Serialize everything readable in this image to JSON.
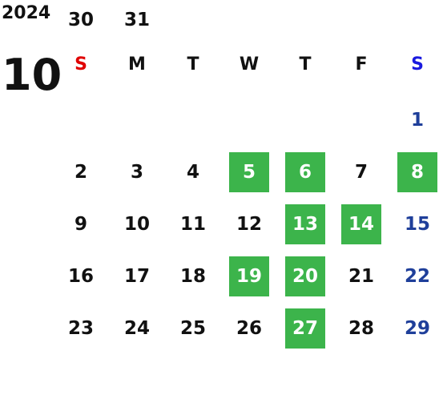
{
  "calendar": {
    "year": "2024",
    "month": "10",
    "weekdays": [
      {
        "label": "S",
        "color": "#e00000"
      },
      {
        "label": "M",
        "color": "#111111"
      },
      {
        "label": "T",
        "color": "#111111"
      },
      {
        "label": "W",
        "color": "#111111"
      },
      {
        "label": "T",
        "color": "#111111"
      },
      {
        "label": "F",
        "color": "#111111"
      },
      {
        "label": "S",
        "color": "#1a1adf"
      }
    ],
    "colors": {
      "holiday_bg": "#3cb44b",
      "holiday_text": "#ffffff",
      "default_text": "#111111",
      "saturday_text": "#1f3f9a"
    },
    "first_weekday_index": 6,
    "days": [
      {
        "day": "1",
        "holiday": false
      },
      {
        "day": "2",
        "holiday": false
      },
      {
        "day": "3",
        "holiday": false
      },
      {
        "day": "4",
        "holiday": false
      },
      {
        "day": "5",
        "holiday": true
      },
      {
        "day": "6",
        "holiday": true
      },
      {
        "day": "7",
        "holiday": false
      },
      {
        "day": "8",
        "holiday": true
      },
      {
        "day": "9",
        "holiday": false
      },
      {
        "day": "10",
        "holiday": false
      },
      {
        "day": "11",
        "holiday": false
      },
      {
        "day": "12",
        "holiday": false
      },
      {
        "day": "13",
        "holiday": true
      },
      {
        "day": "14",
        "holiday": true
      },
      {
        "day": "15",
        "holiday": false
      },
      {
        "day": "16",
        "holiday": false
      },
      {
        "day": "17",
        "holiday": false
      },
      {
        "day": "18",
        "holiday": false
      },
      {
        "day": "19",
        "holiday": true
      },
      {
        "day": "20",
        "holiday": true
      },
      {
        "day": "21",
        "holiday": false
      },
      {
        "day": "22",
        "holiday": false
      },
      {
        "day": "23",
        "holiday": false
      },
      {
        "day": "24",
        "holiday": false
      },
      {
        "day": "25",
        "holiday": false
      },
      {
        "day": "26",
        "holiday": false
      },
      {
        "day": "27",
        "holiday": true
      },
      {
        "day": "28",
        "holiday": false
      },
      {
        "day": "29",
        "holiday": false
      },
      {
        "day": "30",
        "holiday": false
      },
      {
        "day": "31",
        "holiday": false
      }
    ]
  }
}
